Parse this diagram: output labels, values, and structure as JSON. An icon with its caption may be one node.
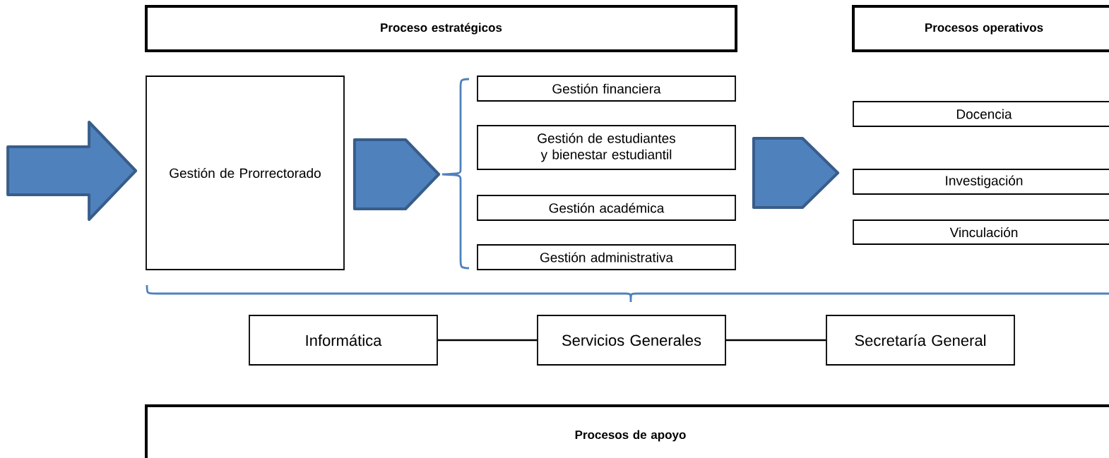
{
  "diagram": {
    "nodes": [
      {
        "text": [
          "Proceso estratégicos"
        ]
      },
      {
        "text": [
          "Procesos operativos"
        ]
      },
      {
        "text": [
          "Gestión de Prorrectorado"
        ]
      },
      {
        "text": [
          "Gestión financiera"
        ]
      },
      {
        "text": [
          "Gestión de estudiantes y bienestar estudiantil"
        ]
      },
      {
        "text": [
          "Gestión académica"
        ]
      },
      {
        "text": [
          "Gestión administrativa"
        ]
      },
      {
        "text": [
          "Docencia"
        ]
      },
      {
        "text": [
          "Investigación"
        ]
      },
      {
        "text": [
          "Vinculación"
        ]
      },
      {
        "text": [
          "Informática"
        ]
      },
      {
        "text": [
          "Servicios Generales"
        ]
      },
      {
        "text": [
          "Secretaría General"
        ]
      },
      {
        "text": [
          "Procesos de apoyo"
        ]
      }
    ],
    "edges": [
      {
        "from": null,
        "to": 2,
        "arrow": "to",
        "style": "thick",
        "color": "#4f81bd"
      },
      {
        "from": 2,
        "to": 4,
        "arrow": "to",
        "style": "thick",
        "color": "#4f81bd"
      },
      {
        "from": 4,
        "to": 8,
        "arrow": "to",
        "style": "thick",
        "color": "#4f81bd"
      },
      {
        "from": 10,
        "to": 11,
        "arrow": "none"
      },
      {
        "from": 11,
        "to": 12,
        "arrow": "none"
      }
    ]
  }
}
